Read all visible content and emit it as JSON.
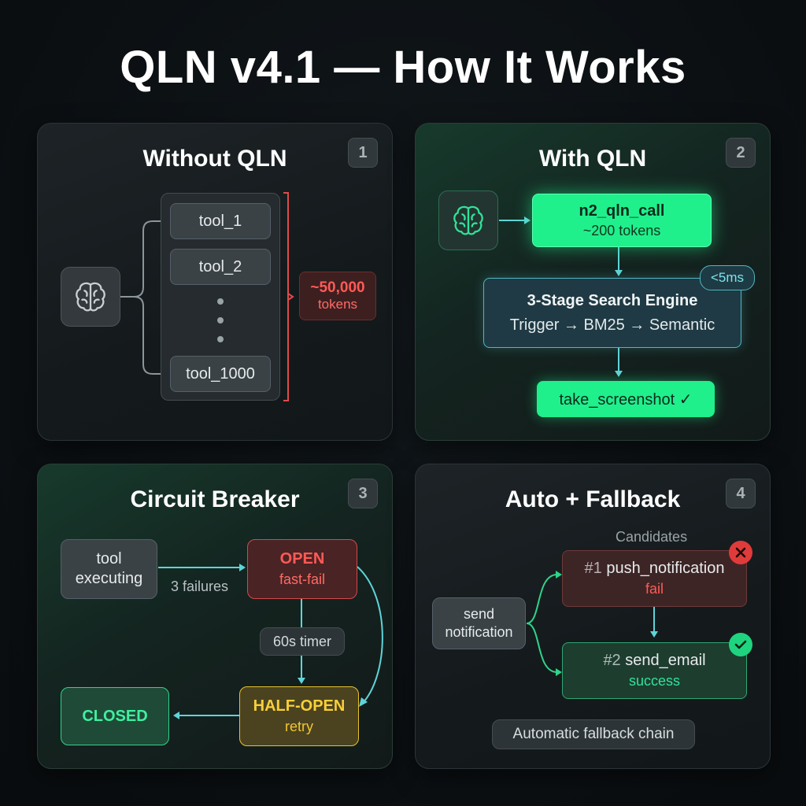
{
  "title": "QLN v4.1 — How It Works",
  "panels": {
    "p1": {
      "title": "Without QLN",
      "badge": "1",
      "tools": [
        "tool_1",
        "tool_2",
        "tool_1000"
      ],
      "tokens_value": "~50,000",
      "tokens_unit": "tokens"
    },
    "p2": {
      "title": "With QLN",
      "badge": "2",
      "call_name": "n2_qln_call",
      "call_tokens": "~200 tokens",
      "latency": "<5ms",
      "engine_title": "3-Stage Search Engine",
      "engine_stages": "Trigger → BM25 → Semantic",
      "result": "take_screenshot ✓"
    },
    "p3": {
      "title": "Circuit Breaker",
      "badge": "3",
      "executing_line1": "tool",
      "executing_line2": "executing",
      "failures": "3 failures",
      "open_title": "OPEN",
      "open_sub": "fast-fail",
      "timer": "60s timer",
      "half_title": "HALF-OPEN",
      "half_sub": "retry",
      "closed": "CLOSED"
    },
    "p4": {
      "title": "Auto + Fallback",
      "badge": "4",
      "candidates": "Candidates",
      "send_line1": "send",
      "send_line2": "notification",
      "c1_rank": "#1",
      "c1_name": "push_notification",
      "c1_status": "fail",
      "c2_rank": "#2",
      "c2_name": "send_email",
      "c2_status": "success",
      "chain_label": "Automatic fallback chain"
    }
  },
  "colors": {
    "accent_green": "#1ff08c",
    "cyan": "#5fd4d8",
    "red": "#e04a4a",
    "yellow": "#f2c631"
  },
  "icons": [
    "brain-icon",
    "cross-icon",
    "check-icon"
  ]
}
